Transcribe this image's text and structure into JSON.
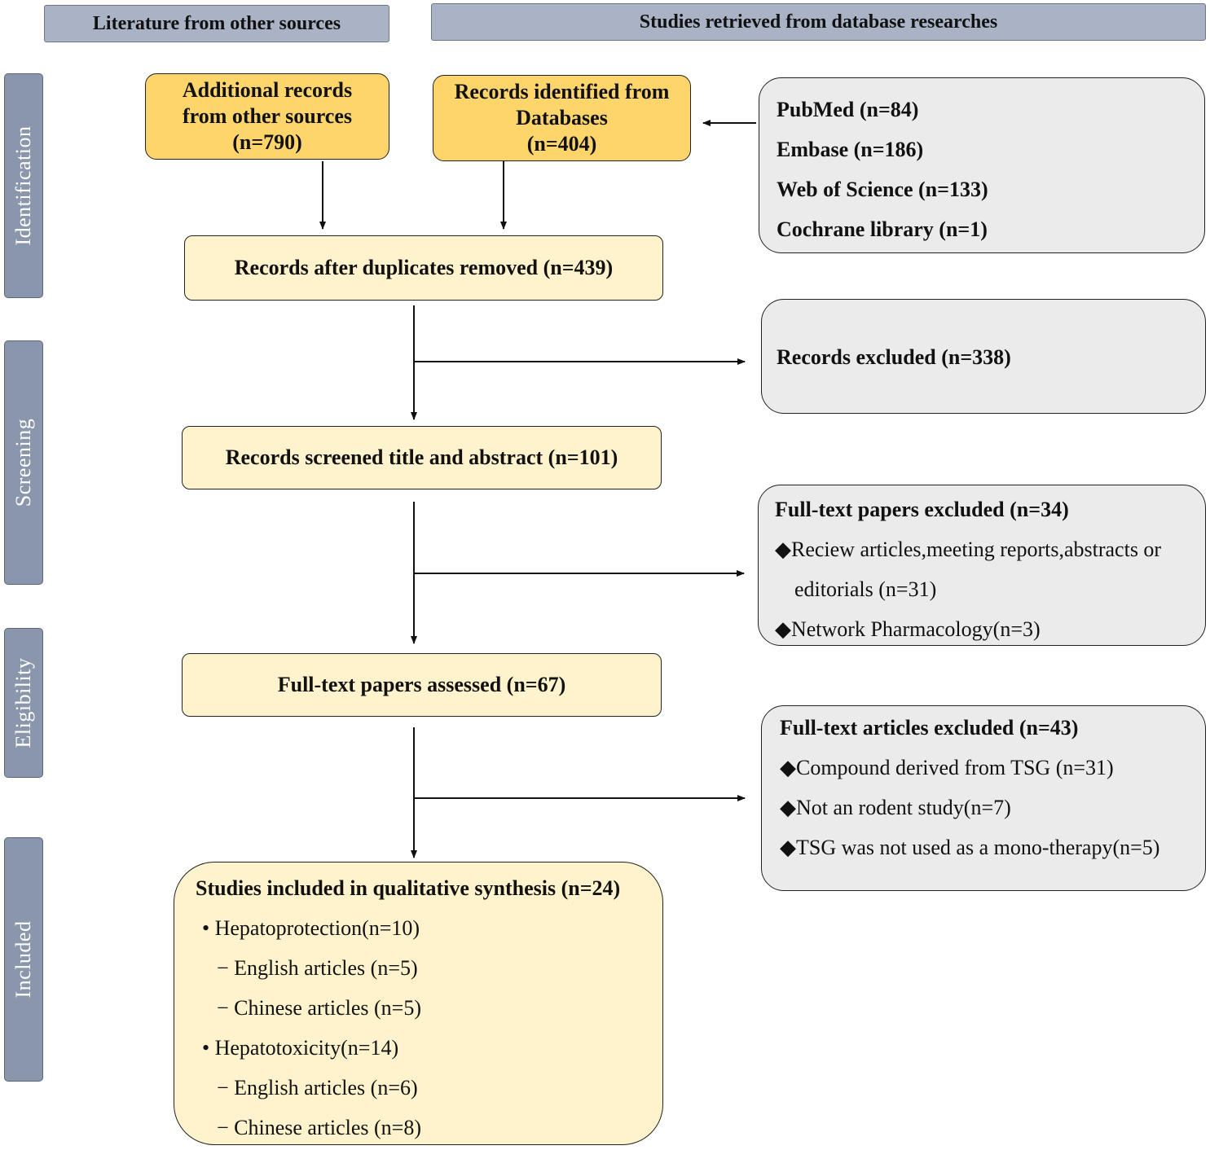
{
  "headers": {
    "other_sources": "Literature from other sources",
    "databases": "Studies retrieved from database researches"
  },
  "phases": {
    "identification": "Identification",
    "screening": "Screening",
    "eligibility": "Eligibility",
    "included": "Included"
  },
  "boxes": {
    "additional_records": [
      "Additional records",
      "from other sources",
      "(n=790)"
    ],
    "records_identified": [
      "Records identified from",
      "Databases",
      "(n=404)"
    ],
    "databases_list": [
      "PubMed (n=84)",
      "Embase (n=186)",
      "Web of Science (n=133)",
      "Cochrane library (n=1)"
    ],
    "duplicates_removed": "Records after duplicates removed (n=439)",
    "records_excluded": "Records excluded (n=338)",
    "screened": "Records screened title and abstract (n=101)",
    "fulltext_papers_excluded": {
      "title": "Full-text papers excluded (n=34)",
      "items": [
        "◆Reciew articles,meeting reports,abstracts or",
        "editorials (n=31)",
        "◆Network Pharmacology(n=3)"
      ]
    },
    "fulltext_assessed": "Full-text papers assessed (n=67)",
    "fulltext_articles_excluded": {
      "title": "Full-text articles excluded (n=43)",
      "items": [
        "◆Compound derived from TSG (n=31)",
        "◆Not an rodent study(n=7)",
        "◆TSG was not used as a mono-therapy(n=5)"
      ]
    },
    "included": {
      "title": "Studies included in qualitative synthesis (n=24)",
      "items": [
        "• Hepatoprotection(n=10)",
        "− English articles (n=5)",
        "− Chinese articles (n=5)",
        "• Hepatotoxicity(n=14)",
        "− English articles (n=6)",
        "− Chinese articles (n=8)"
      ]
    }
  }
}
